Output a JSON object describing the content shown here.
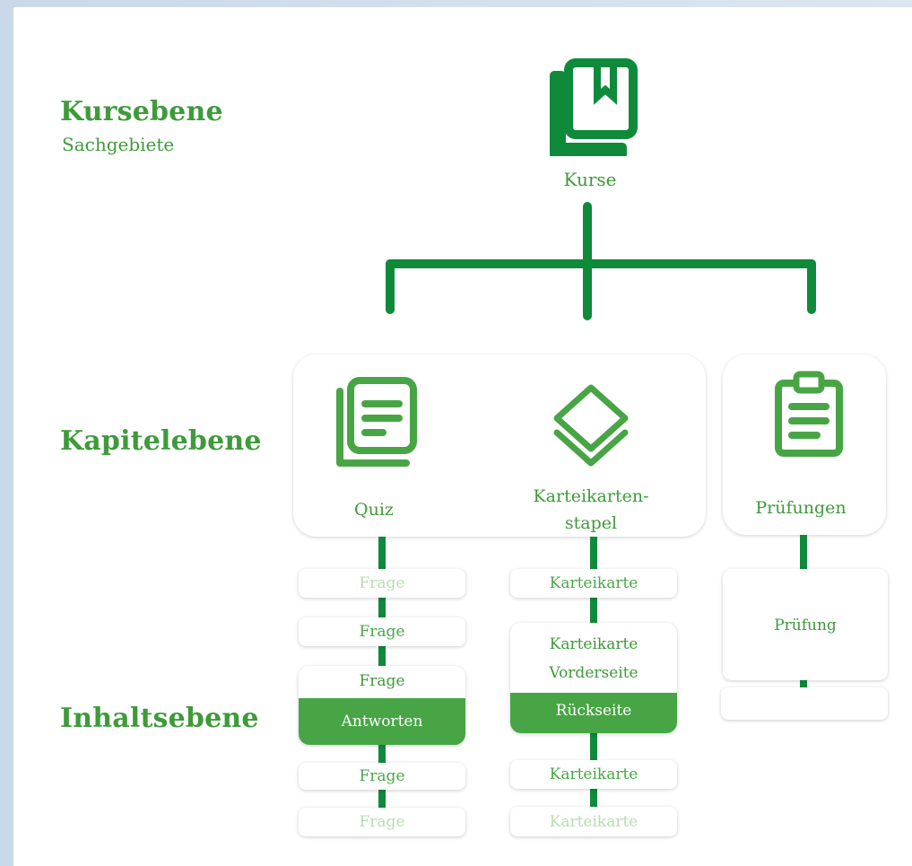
{
  "levels": {
    "course": {
      "title": "Kursebene",
      "subtitle": "Sachgebiete"
    },
    "chapter": {
      "title": "Kapitelebene"
    },
    "content": {
      "title": "Inhaltsebene"
    }
  },
  "top": {
    "label": "Kurse",
    "icon": "book-stack-icon",
    "color": "#0f8a3b"
  },
  "chapters": {
    "quiz": {
      "label": "Quiz",
      "icon": "quiz-icon"
    },
    "flashcards": {
      "label_line1": "Karteikarten-",
      "label_line2": "stapel",
      "icon": "layers-icon"
    },
    "exams": {
      "label": "Prüfungen",
      "icon": "clipboard-icon"
    }
  },
  "content_items": {
    "quiz": {
      "items": [
        "Frage",
        "Frage",
        "Frage",
        "Frage"
      ],
      "expanded_title": "Frage",
      "expanded_action": "Antworten"
    },
    "flashcards": {
      "items": [
        "Karteikarte",
        "Karteikarte",
        "Karteikarte"
      ],
      "expanded_title": "Karteikarte",
      "expanded_subtitle": "Vorderseite",
      "expanded_action": "Rückseite"
    },
    "exams": {
      "item": "Prüfung"
    }
  },
  "colors": {
    "primary_green": "#0f8a3b",
    "label_green": "#3e9a3a",
    "button_green": "#48a545",
    "faded_green": "#b9dcb2",
    "background_blue": "#c9d9ea"
  }
}
